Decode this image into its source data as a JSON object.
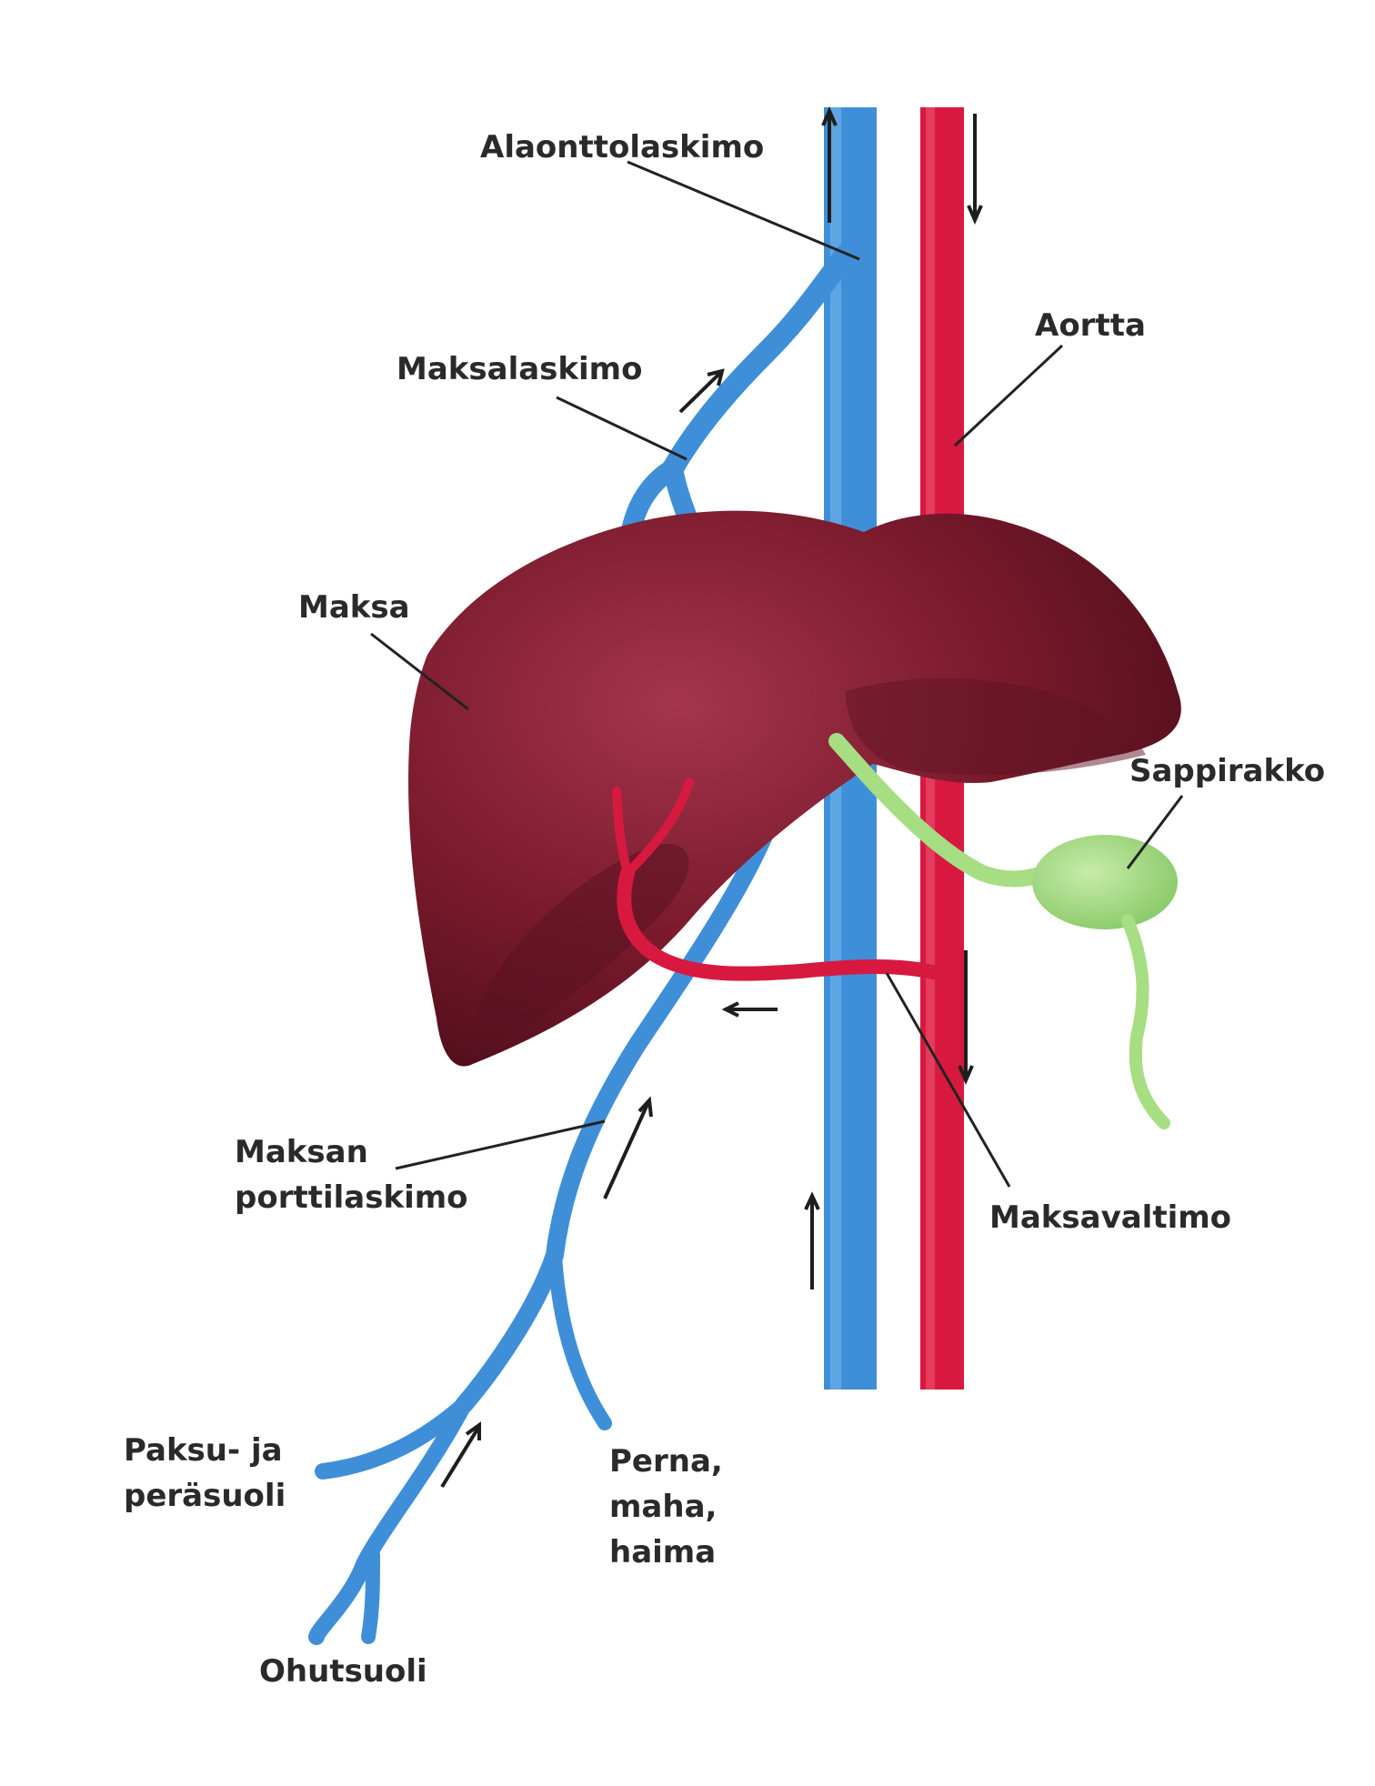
{
  "colors": {
    "vein": "#3f8fd8",
    "artery": "#d8193f",
    "liver": "#7a1a2c",
    "gallbladder": "#a7dd83",
    "text": "#2a2a2a",
    "background": "#ffffff"
  },
  "labels": {
    "inferior_vena_cava": "Alaonttolaskimo",
    "aorta": "Aortta",
    "hepatic_vein": "Maksalaskimo",
    "liver": "Maksa",
    "gallbladder": "Sappirakko",
    "portal_vein_line1": "Maksan",
    "portal_vein_line2": "porttilaskimo",
    "hepatic_artery": "Maksavaltimo",
    "colon_line1": "Paksu- ja",
    "colon_line2": "peräsuoli",
    "spleen_line1": "Perna,",
    "spleen_line2": "maha,",
    "spleen_line3": "haima",
    "small_intestine": "Ohutsuoli"
  }
}
